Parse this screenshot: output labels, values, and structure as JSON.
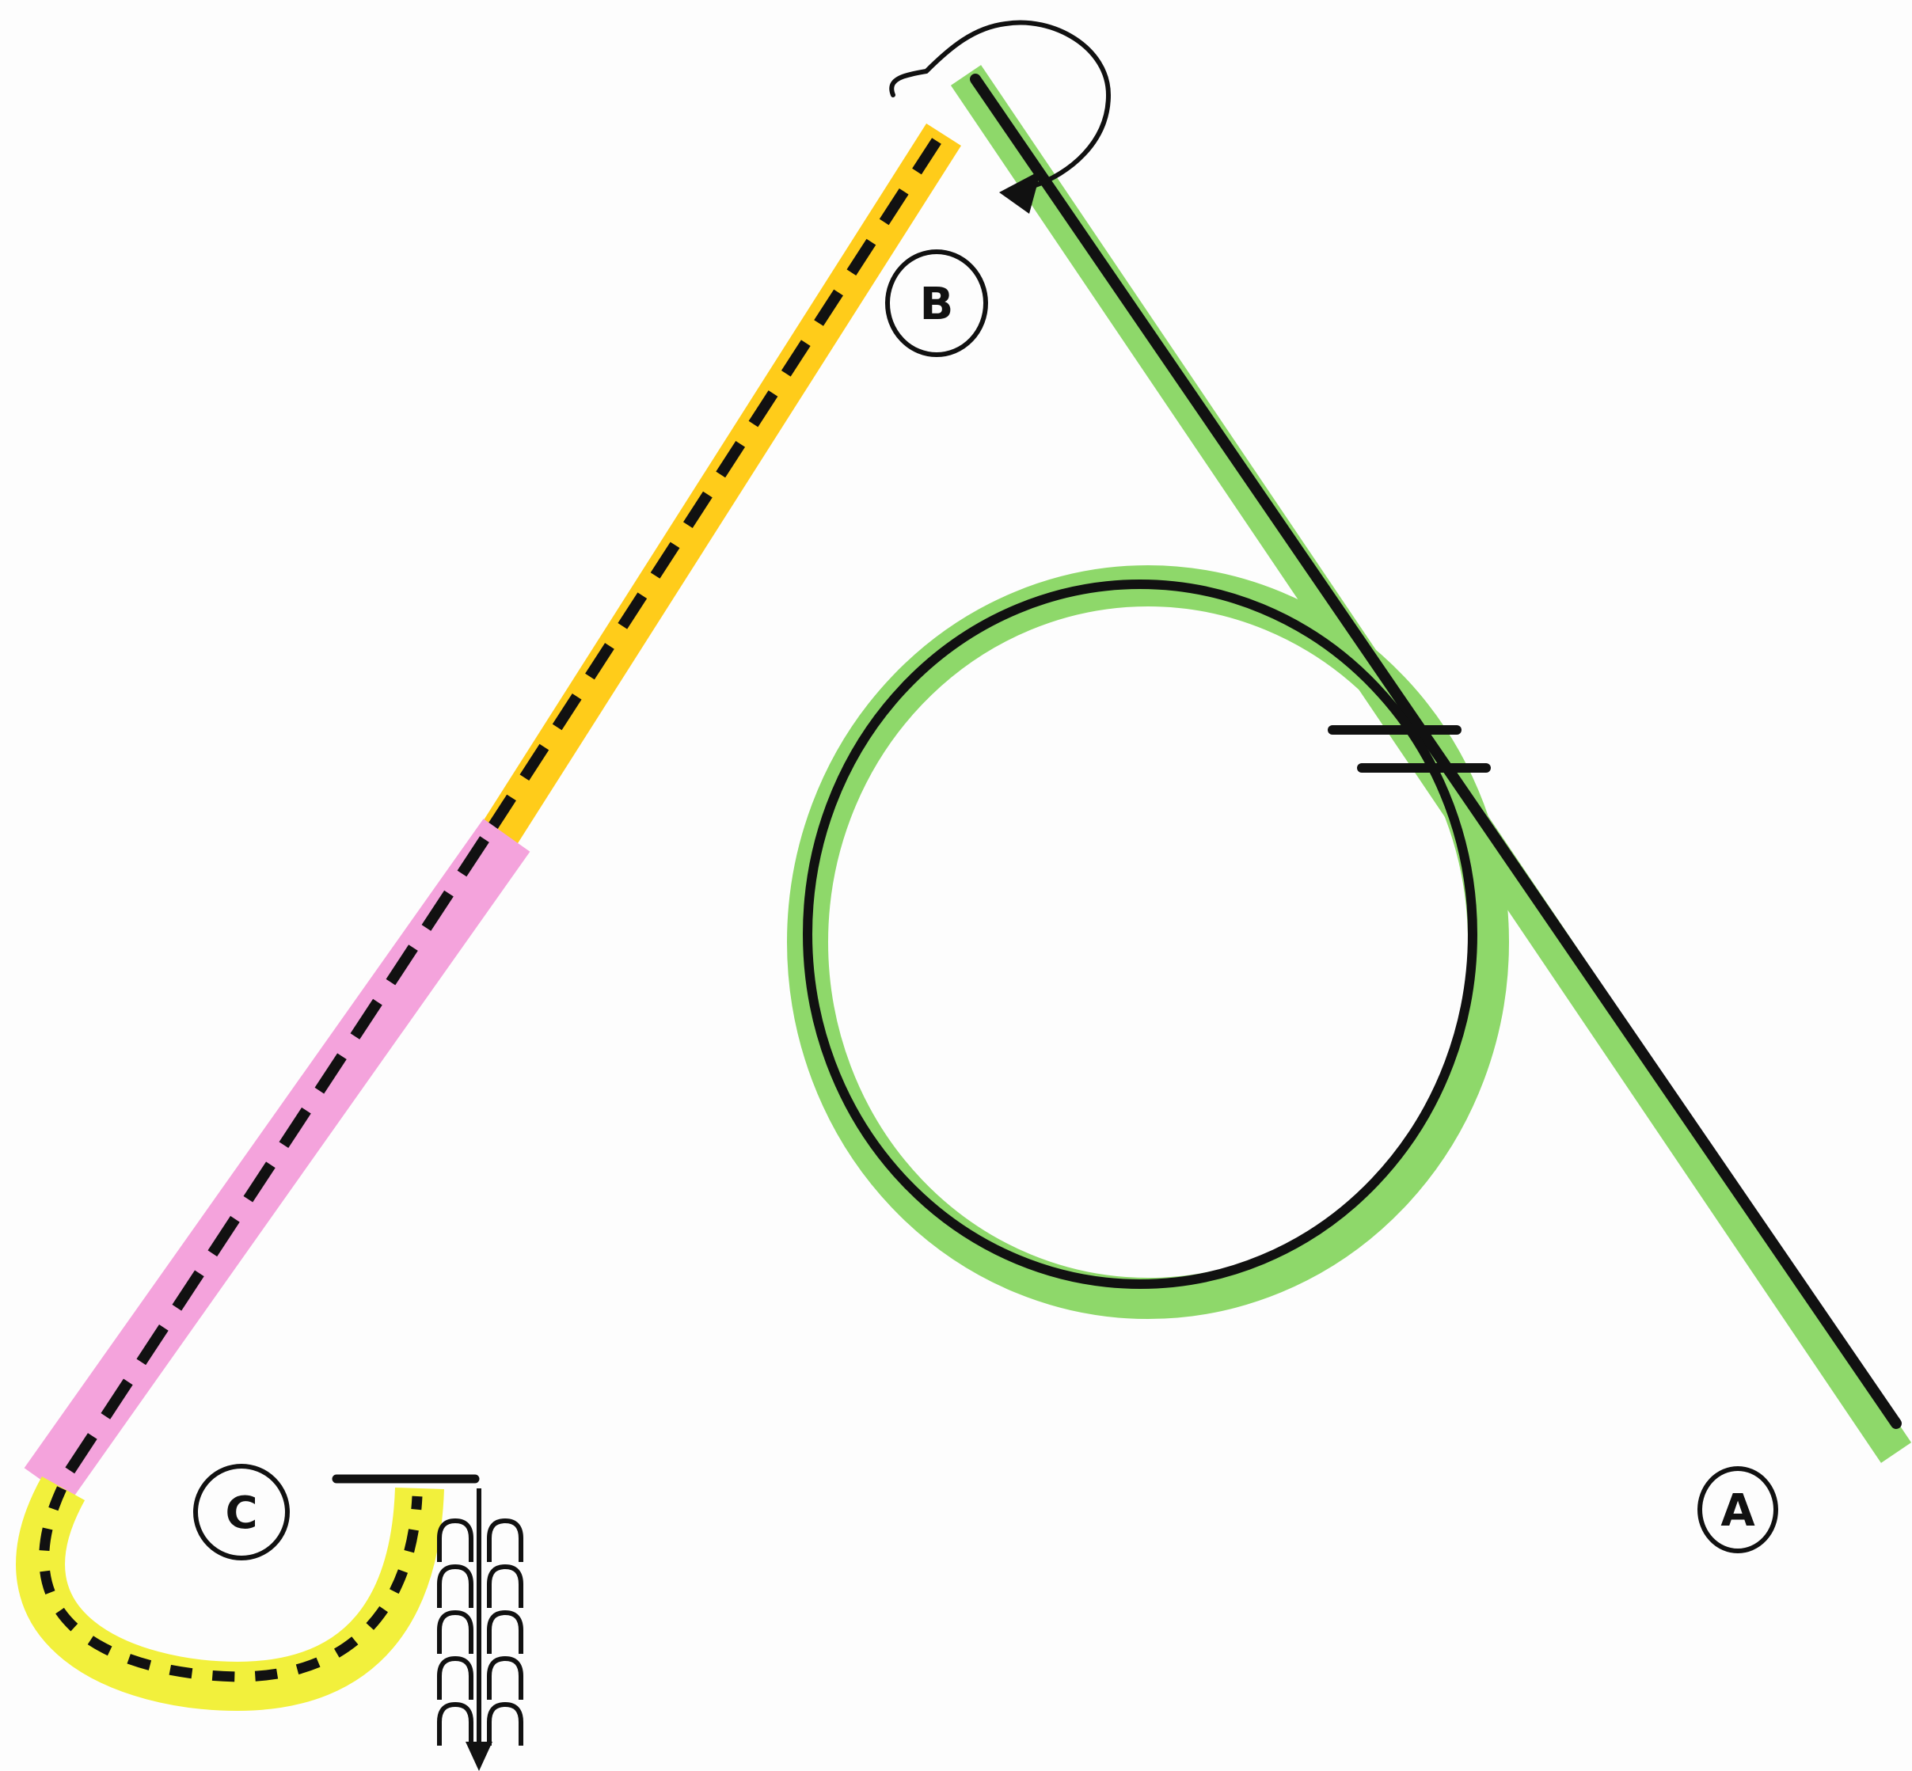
{
  "labels": {
    "a": "A",
    "b": "B",
    "c": "C"
  },
  "colors": {
    "ink": "#111111",
    "segment_a_highlight": "#8ed86a",
    "segment_b_highlight": "#ffcc1a",
    "segment_pink_highlight": "#f4a3dc",
    "segment_c_highlight": "#f2f03c",
    "background": "#fdfdfd"
  },
  "icons": {
    "rotation_arrow": "curved-arrow-icon",
    "crossing_mark": "double-bar-mark-icon",
    "down_arrow": "down-arrow-icon"
  }
}
